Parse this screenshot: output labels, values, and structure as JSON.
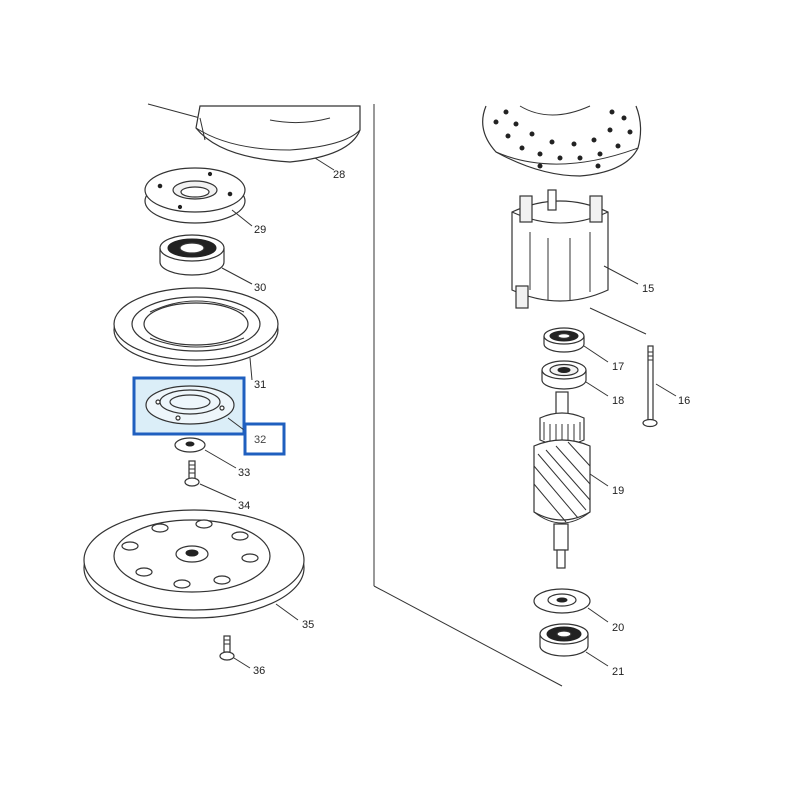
{
  "diagram": {
    "highlight_color": "#1f5fbf",
    "highlight_fill": "#dbeef8",
    "highlighted_part": "32",
    "parts": [
      {
        "id": "28",
        "label": "28"
      },
      {
        "id": "29",
        "label": "29"
      },
      {
        "id": "30",
        "label": "30"
      },
      {
        "id": "31",
        "label": "31"
      },
      {
        "id": "32",
        "label": "32"
      },
      {
        "id": "33",
        "label": "33"
      },
      {
        "id": "34",
        "label": "34"
      },
      {
        "id": "35",
        "label": "35"
      },
      {
        "id": "36",
        "label": "36"
      },
      {
        "id": "15",
        "label": "15"
      },
      {
        "id": "16",
        "label": "16"
      },
      {
        "id": "17",
        "label": "17"
      },
      {
        "id": "18",
        "label": "18"
      },
      {
        "id": "19",
        "label": "19"
      },
      {
        "id": "20",
        "label": "20"
      },
      {
        "id": "21",
        "label": "21"
      }
    ]
  }
}
